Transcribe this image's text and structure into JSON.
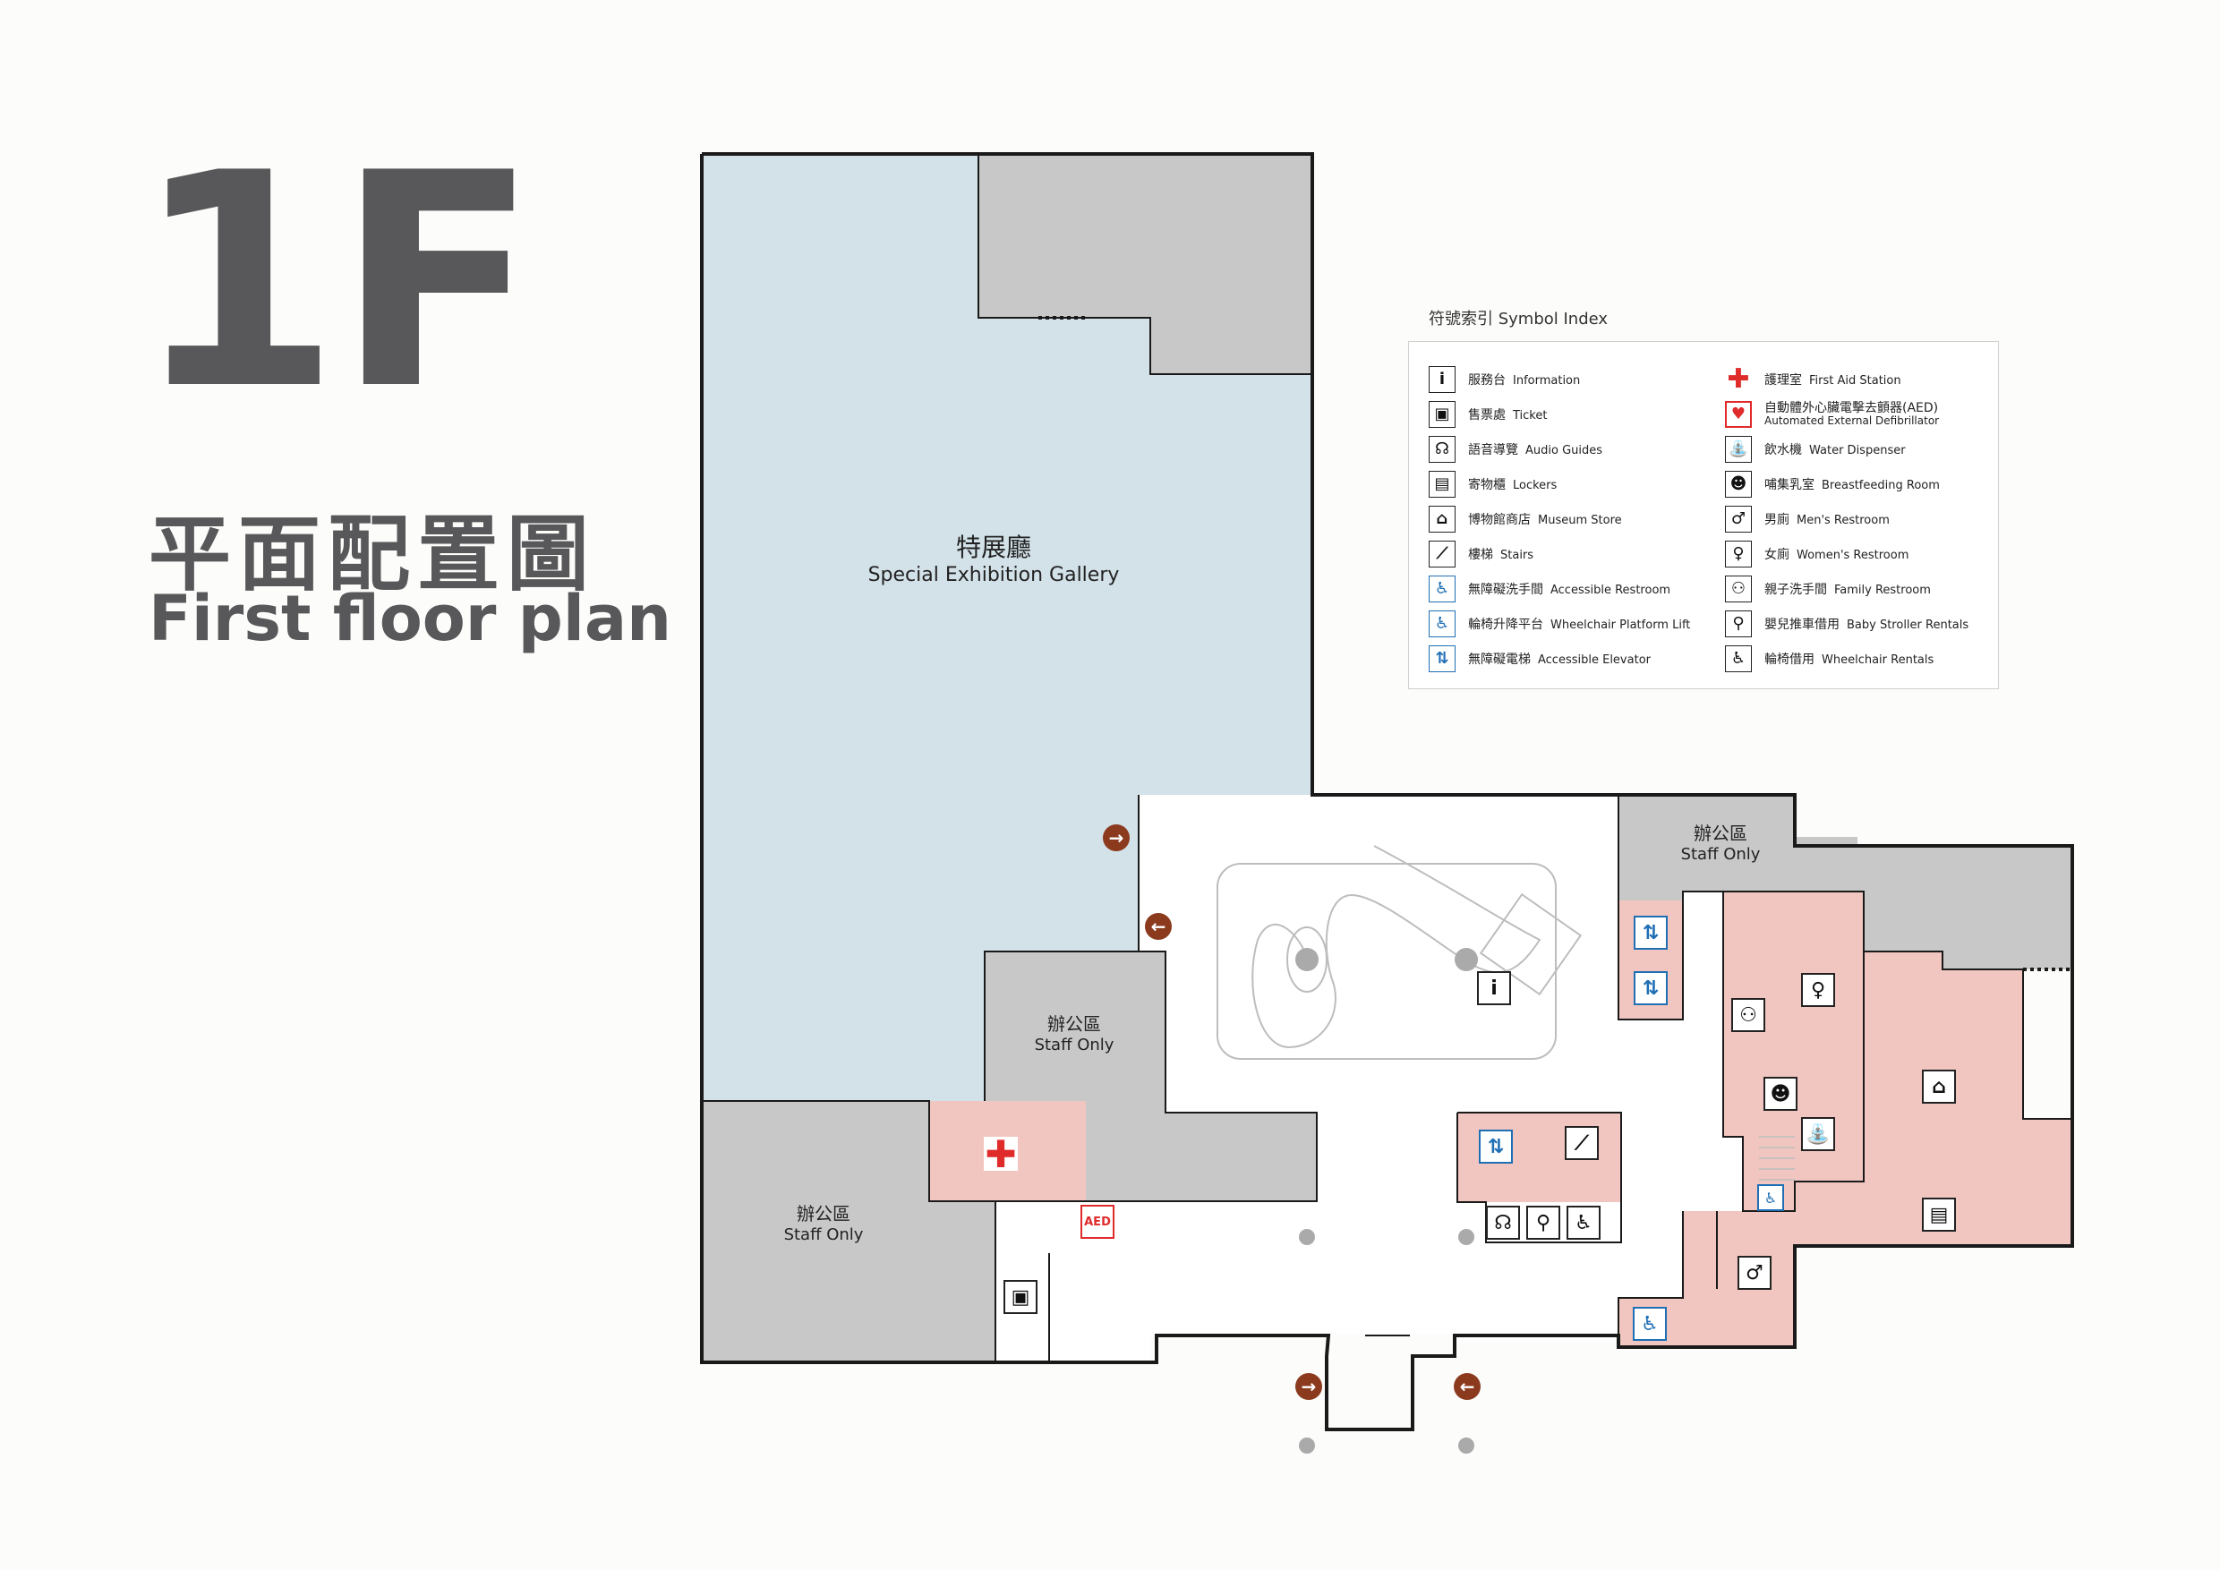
{
  "header": {
    "floor": "1F",
    "title_zh": "平面配置圖",
    "title_en": "First floor plan"
  },
  "legend": {
    "title": "符號索引 Symbol Index",
    "left": [
      {
        "zh": "服務台",
        "en": "Information",
        "icon": "information-icon",
        "glyph": "i"
      },
      {
        "zh": "售票處",
        "en": "Ticket",
        "icon": "ticket-icon",
        "glyph": "▣"
      },
      {
        "zh": "語音導覽",
        "en": "Audio Guides",
        "icon": "audio-guide-icon",
        "glyph": "☊"
      },
      {
        "zh": "寄物櫃",
        "en": "Lockers",
        "icon": "locker-icon",
        "glyph": "▤"
      },
      {
        "zh": "博物館商店",
        "en": "Museum Store",
        "icon": "museum-store-icon",
        "glyph": "⌂"
      },
      {
        "zh": "樓梯",
        "en": "Stairs",
        "icon": "stairs-icon",
        "glyph": "⟋"
      },
      {
        "zh": "無障礙洗手間",
        "en": "Accessible Restroom",
        "icon": "accessible-restroom-icon",
        "glyph": "♿",
        "blue": true
      },
      {
        "zh": "輪椅升降平台",
        "en": "Wheelchair Platform Lift",
        "icon": "wheelchair-lift-icon",
        "glyph": "♿",
        "blue": true
      },
      {
        "zh": "無障礙電梯",
        "en": "Accessible  Elevator",
        "icon": "accessible-elevator-icon",
        "glyph": "⇅",
        "blue": true
      }
    ],
    "right": [
      {
        "zh": "護理室",
        "en": "First Aid Station",
        "icon": "first-aid-icon",
        "glyph": "✚",
        "red": true
      },
      {
        "zh": "自動體外心臟電擊去顫器(AED)",
        "en": "Automated External Defibrillator",
        "icon": "aed-icon",
        "glyph": "♥",
        "red": true,
        "two_line": true
      },
      {
        "zh": "飲水機",
        "en": "Water Dispenser",
        "icon": "water-dispenser-icon",
        "glyph": "⛲"
      },
      {
        "zh": "哺集乳室",
        "en": "Breastfeeding Room",
        "icon": "breastfeeding-icon",
        "glyph": "☻"
      },
      {
        "zh": "男廁",
        "en": "Men's Restroom",
        "icon": "mens-restroom-icon",
        "glyph": "♂"
      },
      {
        "zh": "女廁",
        "en": "Women's Restroom",
        "icon": "womens-restroom-icon",
        "glyph": "♀"
      },
      {
        "zh": "親子洗手間",
        "en": "Family Restroom",
        "icon": "family-restroom-icon",
        "glyph": "⚇"
      },
      {
        "zh": "嬰兒推車借用",
        "en": "Baby Stroller Rentals",
        "icon": "stroller-icon",
        "glyph": "⚲"
      },
      {
        "zh": "輪椅借用",
        "en": "Wheelchair Rentals",
        "icon": "wheelchair-rental-icon",
        "glyph": "♿"
      }
    ]
  },
  "rooms": {
    "special_gallery": {
      "zh": "特展廳",
      "en": "Special Exhibition Gallery"
    },
    "staff_center": {
      "zh": "辦公區",
      "en": "Staff Only"
    },
    "staff_left": {
      "zh": "辦公區",
      "en": "Staff Only"
    },
    "staff_right": {
      "zh": "辦公區",
      "en": "Staff Only"
    }
  },
  "map_icons": {
    "information": "i",
    "first_aid": "✚",
    "aed": "AED",
    "ticket": "▣",
    "elevator": "⇅",
    "stairs": "⟋",
    "audio": "☊",
    "stroller": "⚲",
    "wheelchair": "♿",
    "mens": "♂",
    "womens": "♀",
    "family": "⚇",
    "breastfeeding": "☻",
    "water": "⛲",
    "store": "⌂",
    "locker": "▤",
    "lift": "♿",
    "accessible_restroom": "♿",
    "arrow_in": "→",
    "arrow_out": "←"
  },
  "colors": {
    "gallery": "#d3e1e8",
    "staff": "#c8c8c8",
    "facility": "#f2c6c0",
    "corridor": "#ffffff",
    "wall": "#1a1a1a",
    "arrow": "#8b3a1e",
    "title": "#58585a"
  }
}
